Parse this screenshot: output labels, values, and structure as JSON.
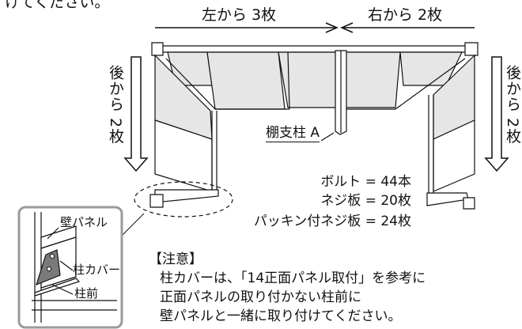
{
  "top_text": "けてください。",
  "counts": {
    "left": "左から 3枚",
    "right": "右から 2枚",
    "rear_left": "後から 2枚",
    "rear_right": "後から 2枚"
  },
  "labels": {
    "column_a": "棚支柱 A",
    "wall_panel": "壁パネル",
    "column_cover": "柱カバー",
    "column_front": "柱前"
  },
  "parts": {
    "bolt": "ボルト = 44本",
    "screw_plate": "ネジ板 = 20枚",
    "packing_screw_plate": "パッキン付ネジ板 = 24枚"
  },
  "note": {
    "heading": "【注意】",
    "line1": "柱カバーは、「14正面パネル取付」を参考に",
    "line2": "正面パネルの取り付かない柱前に",
    "line3": "壁パネルと一緒に取り付けてください。"
  },
  "colors": {
    "line": "#111111",
    "panel_fill": "#e6e6e6",
    "inset_border": "#9a9a9a",
    "cover_fill": "#7a7a7a"
  }
}
